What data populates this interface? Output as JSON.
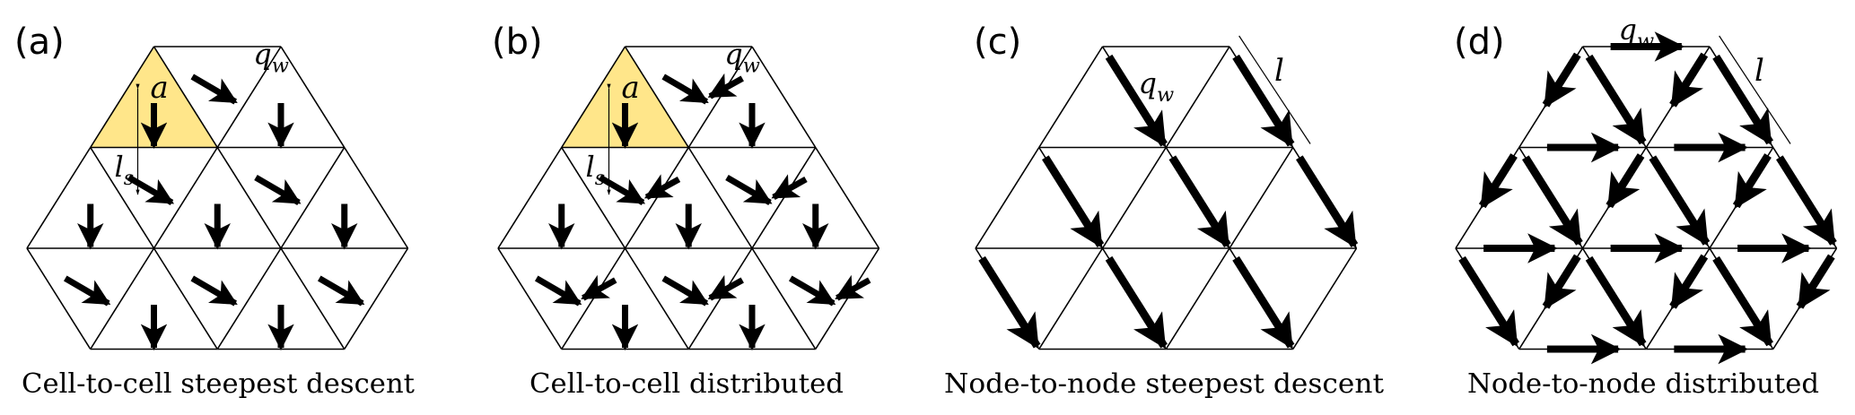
{
  "figure": {
    "highlight_color": "#FFE68A",
    "line_color": "#000000",
    "panels": [
      {
        "id": "a",
        "letter": "(a)",
        "caption": "Cell-to-cell steepest descent",
        "scheme": "cell-to-cell",
        "routing": "steepest-descent",
        "highlighted_cell": "up-0-0",
        "labels": {
          "area": "a",
          "flow": "q",
          "flow_sub": "w",
          "length": "l",
          "length_sub": "s"
        },
        "flow_directions": {
          "up_cells": "down",
          "down_cells": "down-right"
        }
      },
      {
        "id": "b",
        "letter": "(b)",
        "caption": "Cell-to-cell distributed",
        "scheme": "cell-to-cell",
        "routing": "distributed",
        "highlighted_cell": "up-0-0",
        "labels": {
          "area": "a",
          "flow": "q",
          "flow_sub": "w",
          "length": "l",
          "length_sub": "s"
        },
        "flow_directions": {
          "up_cells": "down",
          "down_cells": [
            "down-right",
            "down-left"
          ]
        }
      },
      {
        "id": "c",
        "letter": "(c)",
        "caption": "Node-to-node steepest descent",
        "scheme": "node-to-node",
        "routing": "steepest-descent",
        "labels": {
          "flow": "q",
          "flow_sub": "w",
          "length": "l"
        },
        "flow_directions": {
          "edges": [
            "down-right"
          ]
        }
      },
      {
        "id": "d",
        "letter": "(d)",
        "caption": "Node-to-node distributed",
        "scheme": "node-to-node",
        "routing": "distributed",
        "labels": {
          "flow": "q",
          "flow_sub": "w",
          "length": "l"
        },
        "flow_directions": {
          "edges": [
            "right",
            "down-right",
            "down-left"
          ]
        }
      }
    ]
  }
}
